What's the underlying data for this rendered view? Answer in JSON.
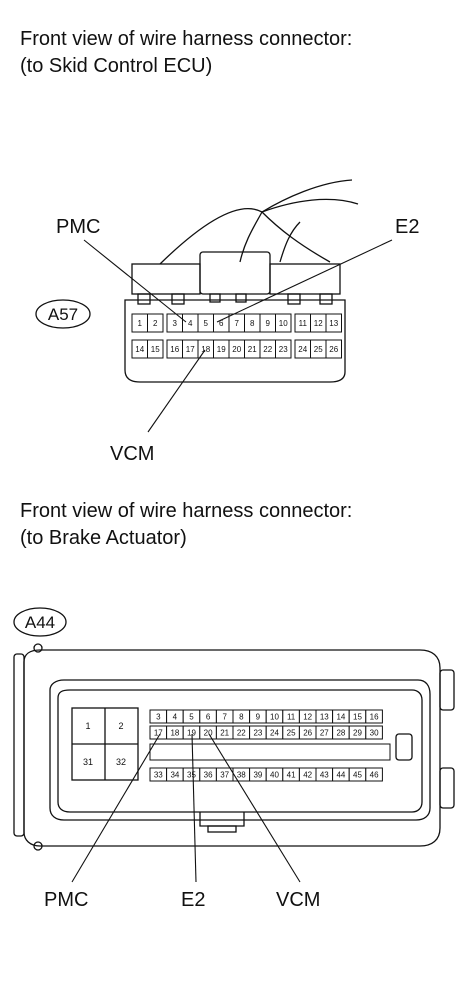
{
  "connector_a57": {
    "caption_line1": "Front view of wire harness connector:",
    "caption_line2": "(to Skid Control ECU)",
    "tag": "A57",
    "labels": {
      "pmc": "PMC",
      "e2": "E2",
      "vcm": "VCM"
    },
    "row1": [
      "1",
      "2",
      "3",
      "4",
      "5",
      "6",
      "7",
      "8",
      "9",
      "10",
      "11",
      "12",
      "13"
    ],
    "row2": [
      "14",
      "15",
      "16",
      "17",
      "18",
      "19",
      "20",
      "21",
      "22",
      "23",
      "24",
      "25",
      "26"
    ]
  },
  "connector_a44": {
    "caption_line1": "Front view of wire harness connector:",
    "caption_line2": "(to Brake Actuator)",
    "tag": "A44",
    "labels": {
      "pmc": "PMC",
      "e2": "E2",
      "vcm": "VCM"
    },
    "big_pins": [
      "1",
      "2",
      "31",
      "32"
    ],
    "row1": [
      "3",
      "4",
      "5",
      "6",
      "7",
      "8",
      "9",
      "10",
      "11",
      "12",
      "13",
      "14",
      "15",
      "16"
    ],
    "row2": [
      "17",
      "18",
      "19",
      "20",
      "21",
      "22",
      "23",
      "24",
      "25",
      "26",
      "27",
      "28",
      "29",
      "30"
    ],
    "row3": [
      "33",
      "34",
      "35",
      "36",
      "37",
      "38",
      "39",
      "40",
      "41",
      "42",
      "43",
      "44",
      "45",
      "46"
    ]
  }
}
